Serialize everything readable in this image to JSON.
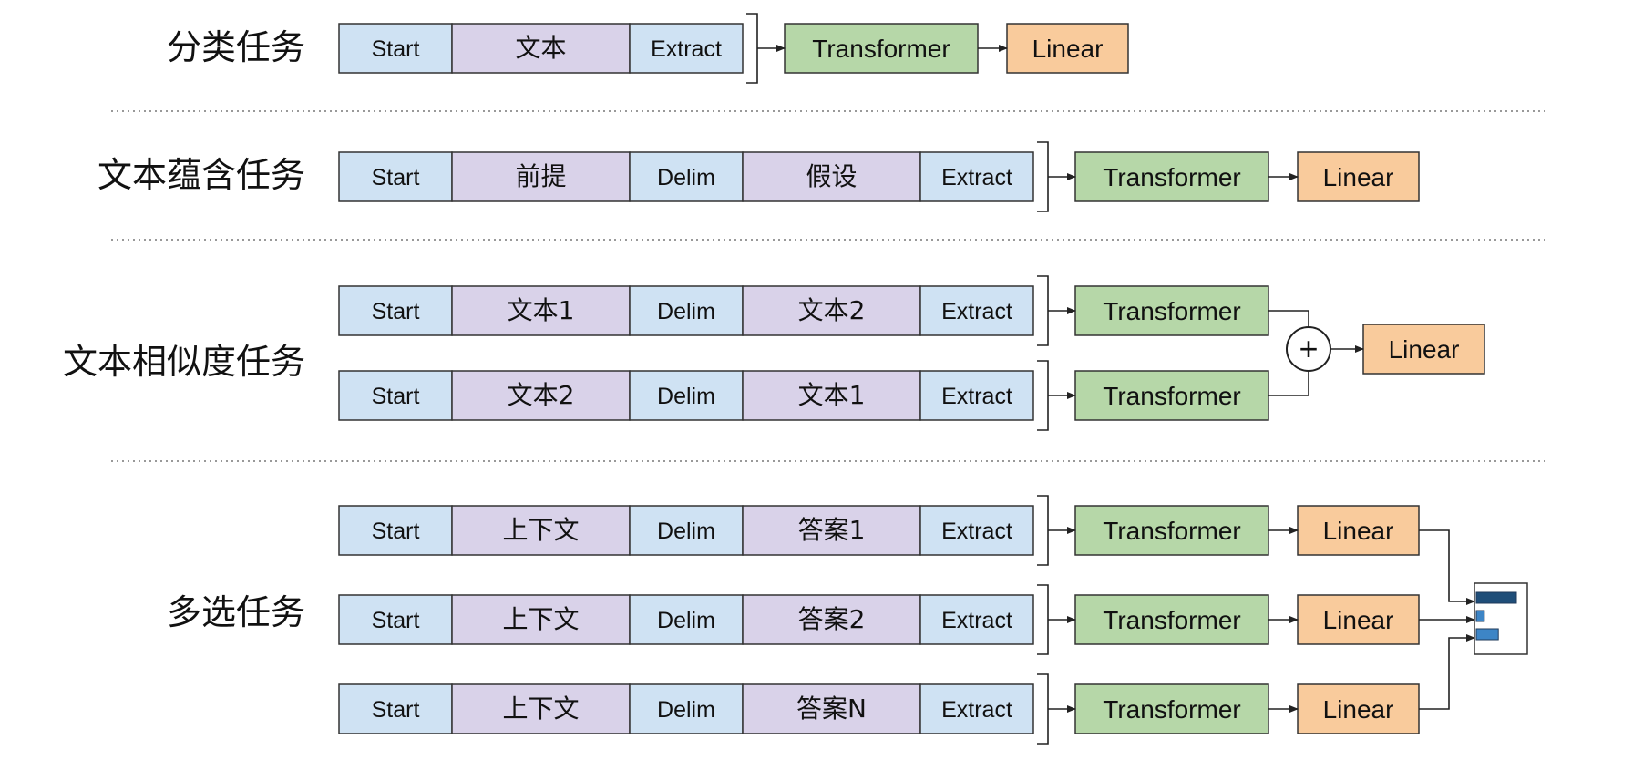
{
  "colors": {
    "token_special": "#cfe2f3",
    "token_text": "#d9d2e9",
    "transformer": "#b6d7a8",
    "linear": "#f9cb9c",
    "outline": "#333333",
    "bar_dark": "#1f4e79",
    "bar_light": "#3d85c6"
  },
  "labels": {
    "start": "Start",
    "delim": "Delim",
    "extract": "Extract",
    "transformer": "Transformer",
    "linear": "Linear",
    "plus": "+"
  },
  "tasks": [
    {
      "name": "分类任务",
      "rows": [
        [
          "Start",
          "文本",
          "Extract"
        ]
      ],
      "combine": "none"
    },
    {
      "name": "文本蕴含任务",
      "rows": [
        [
          "Start",
          "前提",
          "Delim",
          "假设",
          "Extract"
        ]
      ],
      "combine": "none"
    },
    {
      "name": "文本相似度任务",
      "rows": [
        [
          "Start",
          "文本1",
          "Delim",
          "文本2",
          "Extract"
        ],
        [
          "Start",
          "文本2",
          "Delim",
          "文本1",
          "Extract"
        ]
      ],
      "combine": "sum"
    },
    {
      "name": "多选任务",
      "rows": [
        [
          "Start",
          "上下文",
          "Delim",
          "答案1",
          "Extract"
        ],
        [
          "Start",
          "上下文",
          "Delim",
          "答案2",
          "Extract"
        ],
        [
          "Start",
          "上下文",
          "Delim",
          "答案N",
          "Extract"
        ]
      ],
      "combine": "softmax"
    }
  ],
  "softmax_icon": {
    "name": "bar-chart-icon",
    "bar_levels": [
      1.0,
      0.2,
      0.55
    ]
  }
}
